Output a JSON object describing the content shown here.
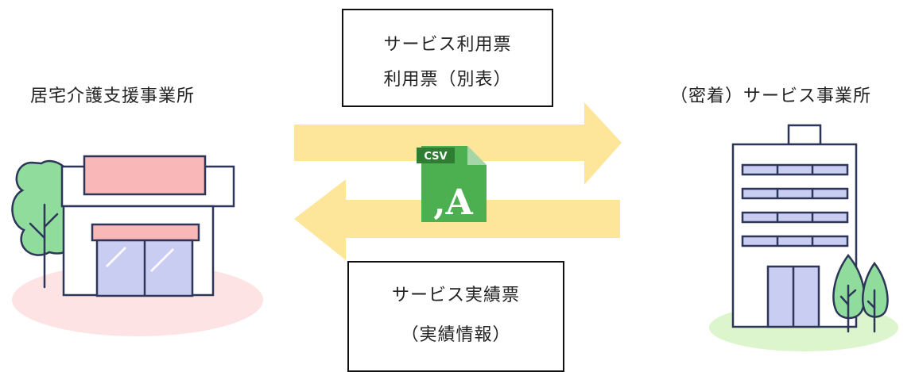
{
  "left_node": {
    "label": "居宅介護支援事業所"
  },
  "right_node": {
    "label": "（密着）サービス事業所"
  },
  "to_right_box": {
    "line1": "サービス利用票",
    "line2": "利用票（別表）"
  },
  "to_left_box": {
    "line1": "サービス実績票",
    "line2": "（実績情報）"
  },
  "file_icon": {
    "badge": "CSV",
    "glyph": ",A"
  },
  "colors": {
    "arrow": "#fde69a",
    "csv_green": "#4caf50",
    "csv_dark": "#2e7d32",
    "outline": "#2d3558",
    "sign_pink": "#f9b7b7",
    "window_blue": "#c9cdf2",
    "tree_green": "#8fdc9c",
    "ground_pink": "#fde3e3",
    "ground_green": "#dcf5cc"
  }
}
